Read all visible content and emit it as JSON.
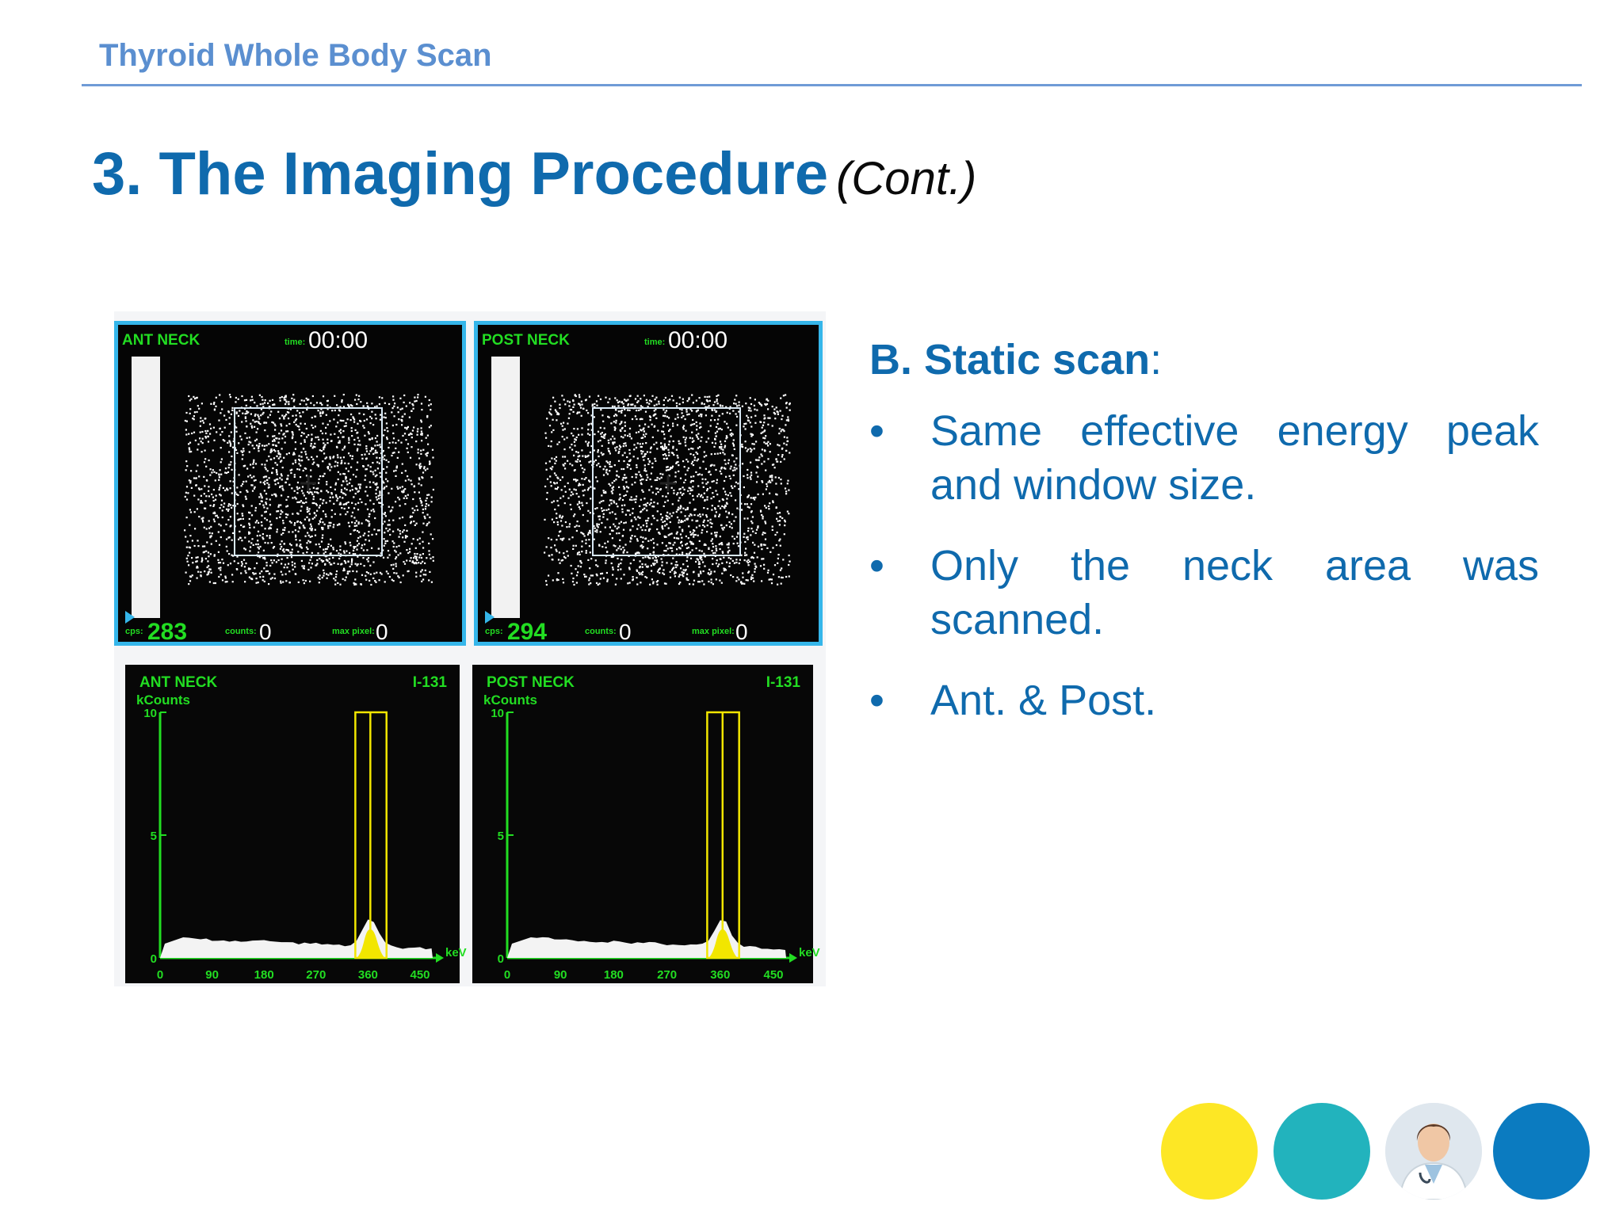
{
  "header": {
    "title": "Thyroid Whole Body Scan"
  },
  "slide": {
    "title": "3. The Imaging Procedure",
    "title_suffix": "(Cont.)"
  },
  "figure": {
    "panels": [
      {
        "label": "ANT NECK",
        "time_label": "time:",
        "time": "00:00",
        "cps_label": "cps:",
        "cps": "283",
        "counts_label": "counts:",
        "counts": "0",
        "maxpix_label": "max pixel:",
        "maxpix": "0"
      },
      {
        "label": "POST NECK",
        "time_label": "time:",
        "time": "00:00",
        "cps_label": "cps:",
        "cps": "294",
        "counts_label": "counts:",
        "counts": "0",
        "maxpix_label": "max pixel:",
        "maxpix": "0"
      }
    ],
    "spectra": [
      {
        "label": "ANT NECK",
        "isotope": "I-131"
      },
      {
        "label": "POST NECK",
        "isotope": "I-131"
      }
    ],
    "y_unit": "kCounts",
    "y_ticks": [
      "10",
      "5",
      "0"
    ],
    "x_unit": "keV",
    "x_ticks": [
      "0",
      "90",
      "180",
      "270",
      "360",
      "450"
    ],
    "chart_color": "#22dd22",
    "window_color": "#f2e600"
  },
  "content": {
    "heading_bold": "B. Static scan",
    "heading_rest": ":",
    "bullet_symbol": "•",
    "bullets": [
      "Same effective energy peak and window size.",
      "Only the neck area was scanned.",
      "Ant. & Post."
    ]
  },
  "logos": {
    "colors": [
      "#fde725",
      "#22b3bd",
      "#0b7bc0"
    ],
    "doctor_icon": "doctor-icon"
  }
}
